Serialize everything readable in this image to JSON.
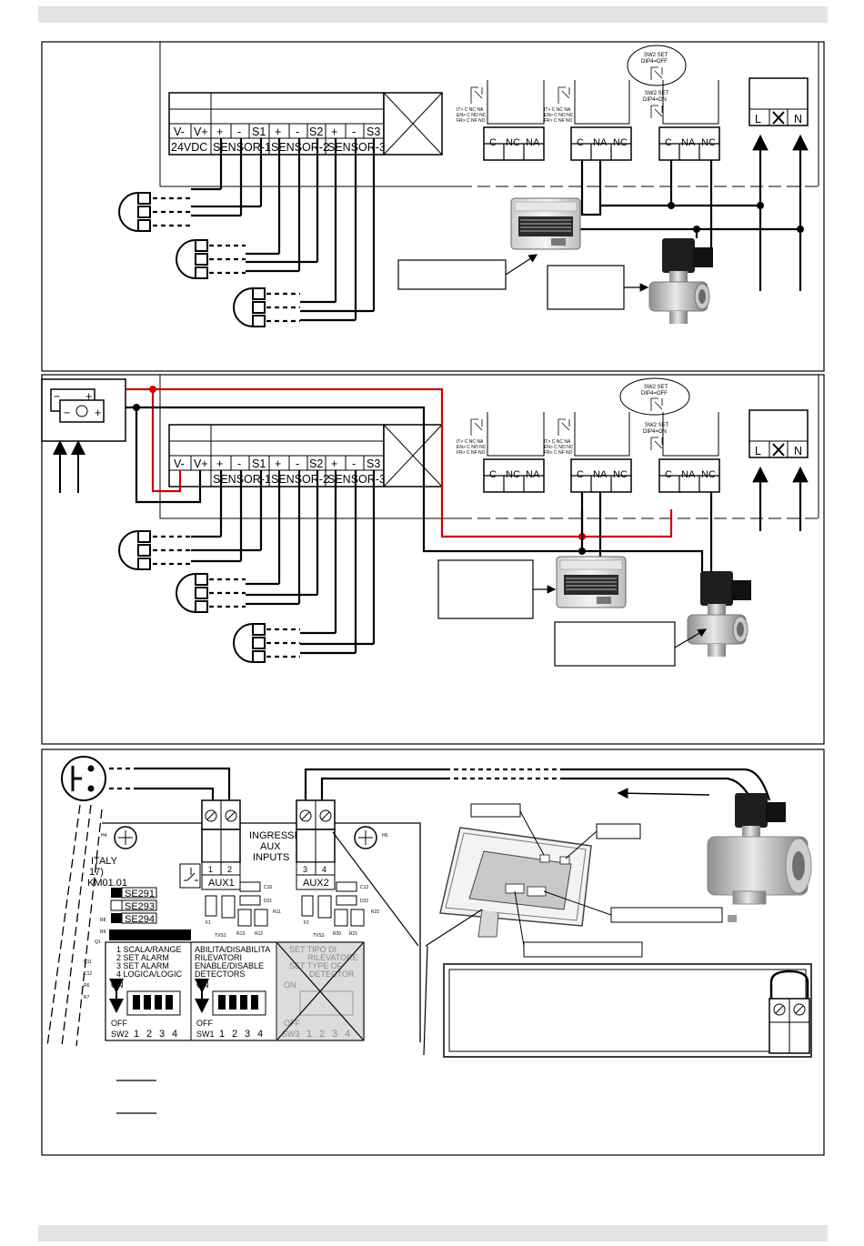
{
  "terminals": {
    "vminus": "V-",
    "vplus": "V+",
    "plus": "+",
    "minus": "-",
    "s1": "S1",
    "s2": "S2",
    "s3": "S3",
    "supply": "24VDC",
    "sensor1": "SENSOR-1",
    "sensor2": "SENSOR-2",
    "sensor3": "SENSOR-3"
  },
  "relays": {
    "c": "C",
    "nc": "NC",
    "na": "NA",
    "row_it": "IT>  C  NC  NA",
    "row_en": "EN>  C  NO  NC",
    "row_fr": "FR>  C  NF  NO",
    "sw2_off_line1": "SW2 SET",
    "sw2_off_line2": "DIP4=OFF",
    "sw2_on_line1": "SW2 SET",
    "sw2_on_line2": "DIP4=ON"
  },
  "mains": {
    "l": "L",
    "n": "N"
  },
  "board": {
    "ingressi_line1": "INGRESSI",
    "ingressi_line2": "AUX",
    "ingressi_line3": "INPUTS",
    "aux1": "AUX1",
    "aux2": "AUX2",
    "t1": "1",
    "t2": "2",
    "t3": "3",
    "t4": "4",
    "italy": "ITALY",
    "code_line1": "17)",
    "code_line2": "KM01.01",
    "se291": "SE291",
    "se293": "SE293",
    "se294": "SE294",
    "c10": "C10",
    "d21": "D21",
    "r11": "R11",
    "f1": "F1",
    "tvs1": "TVS1",
    "r13": "R13",
    "r12": "R12",
    "c13": "C13",
    "d22": "D22",
    "r22": "R22",
    "f2": "F2",
    "tvs3": "TVS3",
    "r20": "R20",
    "r21": "R21",
    "r8": "R8",
    "r9": "R9",
    "q1": "Q1",
    "c11": "C11",
    "c12": "C12",
    "r6": "R6",
    "r7": "R7",
    "h4": "H4",
    "h6": "H6",
    "sw2_items": [
      "1 SCALA/RANGE",
      "2 SET ALARM",
      "3 SET ALARM",
      "4 LOGICA/LOGIC"
    ],
    "sw1_items": [
      "ABILITA/DISABILITA",
      "RILEVATORI",
      "ENABLE/DISABLE",
      "DETECTORS"
    ],
    "sw3_items": [
      "SET TIPO DI",
      "RILEVATORE",
      "SET TYPE OF",
      "DETECTOR"
    ],
    "on": "ON",
    "off": "OFF",
    "sw2": "SW2",
    "sw1": "SW1",
    "sw3": "SW3",
    "dip_nums": [
      "1",
      "2",
      "3",
      "4"
    ]
  },
  "battery": {
    "minus": "−",
    "plus": "+"
  }
}
